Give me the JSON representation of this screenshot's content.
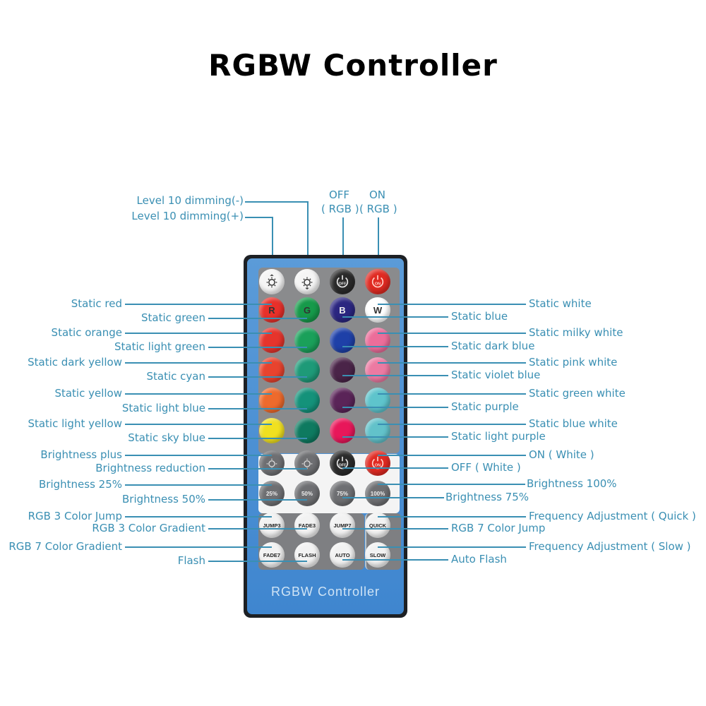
{
  "title": "RGBW Controller",
  "remote": {
    "label": "RGBW Controller",
    "colors": {
      "body": "#1d2024",
      "face": "#4a8fd2",
      "panel": "#8a8b8d",
      "label_line": "#3a8fb3"
    },
    "rows": [
      [
        {
          "id": "dim-plus",
          "text": "",
          "color": "#f5f5f5"
        },
        {
          "id": "dim-minus",
          "text": "",
          "color": "#f5f5f5"
        },
        {
          "id": "off-rgb",
          "text": "OFF",
          "color": "#2a2a2a"
        },
        {
          "id": "on-rgb",
          "text": "ON",
          "color": "#e02a22"
        }
      ],
      [
        {
          "id": "red",
          "text": "R",
          "color": "#e8302a"
        },
        {
          "id": "green",
          "text": "G",
          "color": "#169a4a"
        },
        {
          "id": "blue",
          "text": "B",
          "color": "#2b2680"
        },
        {
          "id": "white",
          "text": "W",
          "color": "#ffffff"
        }
      ],
      [
        {
          "id": "orange",
          "text": "",
          "color": "#e6342c"
        },
        {
          "id": "light-green",
          "text": "",
          "color": "#1aa05a"
        },
        {
          "id": "dark-blue",
          "text": "",
          "color": "#1e40a8"
        },
        {
          "id": "milky-white",
          "text": "",
          "color": "#ec6d9a"
        }
      ],
      [
        {
          "id": "dark-yellow",
          "text": "",
          "color": "#e8432e"
        },
        {
          "id": "cyan",
          "text": "",
          "color": "#1e9a78"
        },
        {
          "id": "violet-blue",
          "text": "",
          "color": "#4a2448"
        },
        {
          "id": "pink-white",
          "text": "",
          "color": "#ec7aa2"
        }
      ],
      [
        {
          "id": "yellow",
          "text": "",
          "color": "#ee6a2c"
        },
        {
          "id": "light-blue",
          "text": "",
          "color": "#14927a"
        },
        {
          "id": "purple",
          "text": "",
          "color": "#5a2458"
        },
        {
          "id": "green-white",
          "text": "",
          "color": "#5ec4cc"
        }
      ],
      [
        {
          "id": "light-yellow",
          "text": "",
          "color": "#f0e020"
        },
        {
          "id": "sky-blue",
          "text": "",
          "color": "#0e7a60"
        },
        {
          "id": "light-purple",
          "text": "",
          "color": "#e8175a"
        },
        {
          "id": "blue-white",
          "text": "",
          "color": "#62c2ca"
        }
      ],
      [
        {
          "id": "brightness-plus",
          "text": "",
          "color": "#6e6f72"
        },
        {
          "id": "brightness-minus",
          "text": "",
          "color": "#6e6f72"
        },
        {
          "id": "off-white",
          "text": "OFF",
          "color": "#2a2a2a"
        },
        {
          "id": "on-white",
          "text": "ON",
          "color": "#e02a22"
        }
      ],
      [
        {
          "id": "b25",
          "text": "25%",
          "color": "#6e6f72"
        },
        {
          "id": "b50",
          "text": "50%",
          "color": "#6e6f72"
        },
        {
          "id": "b75",
          "text": "75%",
          "color": "#6e6f72"
        },
        {
          "id": "b100",
          "text": "100%",
          "color": "#6e6f72"
        }
      ],
      [
        {
          "id": "jump3",
          "text": "JUMP3",
          "color": "#f2f2f2"
        },
        {
          "id": "fade3",
          "text": "FADE3",
          "color": "#f2f2f2"
        },
        {
          "id": "jump7",
          "text": "JUMP7",
          "color": "#f2f2f2"
        },
        {
          "id": "quick",
          "text": "QUICK",
          "color": "#f2f2f2"
        }
      ],
      [
        {
          "id": "fade7",
          "text": "FADE7",
          "color": "#f2f2f2"
        },
        {
          "id": "flash",
          "text": "FLASH",
          "color": "#f2f2f2"
        },
        {
          "id": "auto",
          "text": "AUTO",
          "color": "#f2f2f2"
        },
        {
          "id": "slow",
          "text": "SLOW",
          "color": "#f2f2f2"
        }
      ]
    ]
  },
  "top_labels": {
    "dim_minus": "Level 10 dimming(-)",
    "dim_plus": "Level 10 dimming(+)",
    "off_rgb_1": "OFF",
    "off_rgb_2": "( RGB )",
    "on_rgb_1": "ON",
    "on_rgb_2": "( RGB )"
  },
  "left_labels": [
    "Static red",
    "Static green",
    "Static orange",
    "Static light green",
    "Static dark yellow",
    "Static cyan",
    "Static yellow",
    "Static light blue",
    "Static light yellow",
    "Static sky blue",
    "Brightness plus",
    "Brightness reduction",
    "Brightness 25%",
    "Brightness 50%",
    "RGB 3 Color Jump",
    "RGB 3 Color Gradient",
    "RGB 7 Color Gradient",
    "Flash"
  ],
  "right_labels": [
    "Static white",
    "Static blue",
    "Static milky white",
    "Static dark blue",
    "Static pink white",
    "Static violet blue",
    "Static green white",
    "Static purple",
    "Static blue white",
    "Static light purple",
    "ON ( White )",
    "OFF ( White )",
    "Brightness 100%",
    "Brightness 75%",
    "Frequency Adjustment ( Quick )",
    "RGB 7 Color Jump",
    "Frequency Adjustment ( Slow )",
    "Auto Flash"
  ]
}
